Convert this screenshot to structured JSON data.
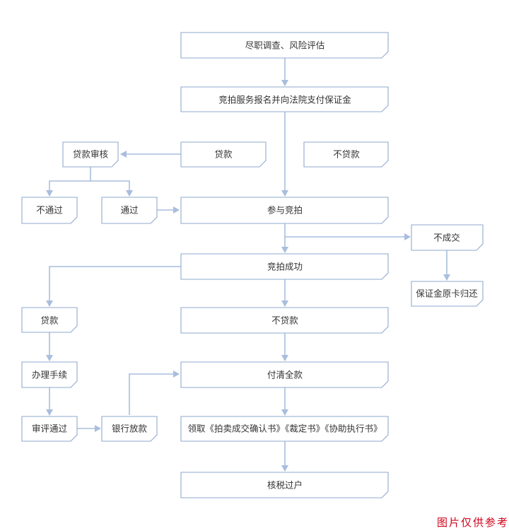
{
  "nodes": {
    "due_diligence": "尽职调查、风险评估",
    "register_deposit": "竞拍服务报名并向法院支付保证金",
    "loan_top": "贷款",
    "no_loan_top": "不贷款",
    "loan_review": "贷款审核",
    "not_passed": "不通过",
    "passed": "通过",
    "participate": "参与竞拍",
    "no_deal": "不成交",
    "deposit_return": "保证金原卡归还",
    "auction_success": "竞拍成功",
    "loan_mid": "贷款",
    "no_loan_mid": "不贷款",
    "processing": "办理手续",
    "approval_passed": "审评通过",
    "bank_disbursement": "银行放款",
    "full_payment": "付清全款",
    "receive_documents": "领取《拍卖成交确认书》《裁定书》《协助执行书》",
    "tax_transfer": "核税过户"
  },
  "watermark": "图片仅供参考"
}
